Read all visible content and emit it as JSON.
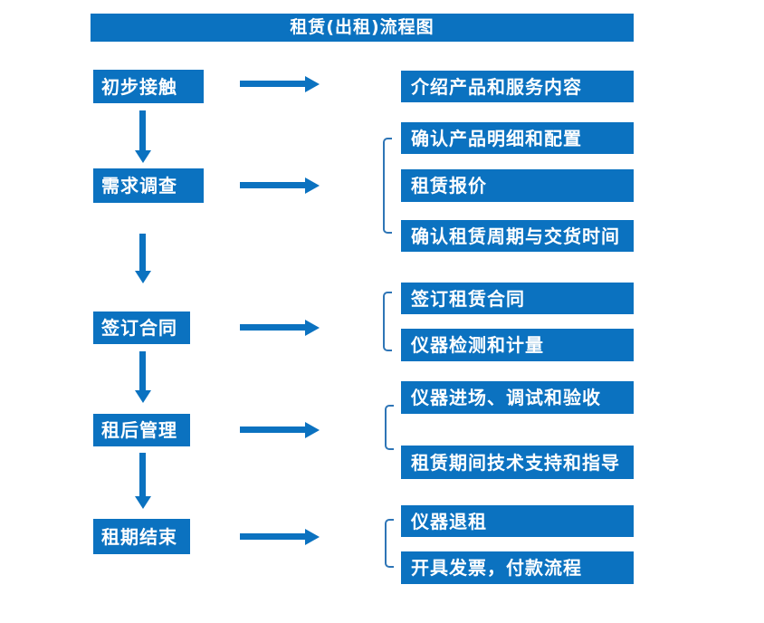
{
  "title": "租赁(出租)流程图",
  "colors": {
    "accent": "#0b72c0",
    "bracket": "#2e75b6",
    "text_on_accent": "#ffffff",
    "background": "#ffffff"
  },
  "steps": [
    {
      "label": "初步接触",
      "details": [
        "介绍产品和服务内容"
      ]
    },
    {
      "label": "需求调查",
      "details": [
        "确认产品明细和配置",
        "租赁报价",
        "确认租赁周期与交货时间"
      ]
    },
    {
      "label": "签订合同",
      "details": [
        "签订租赁合同",
        "仪器检测和计量"
      ]
    },
    {
      "label": "租后管理",
      "details": [
        "仪器进场、调试和验收",
        "租赁期间技术支持和指导"
      ]
    },
    {
      "label": "租期结束",
      "details": [
        "仪器退租",
        "开具发票，付款流程"
      ]
    }
  ]
}
